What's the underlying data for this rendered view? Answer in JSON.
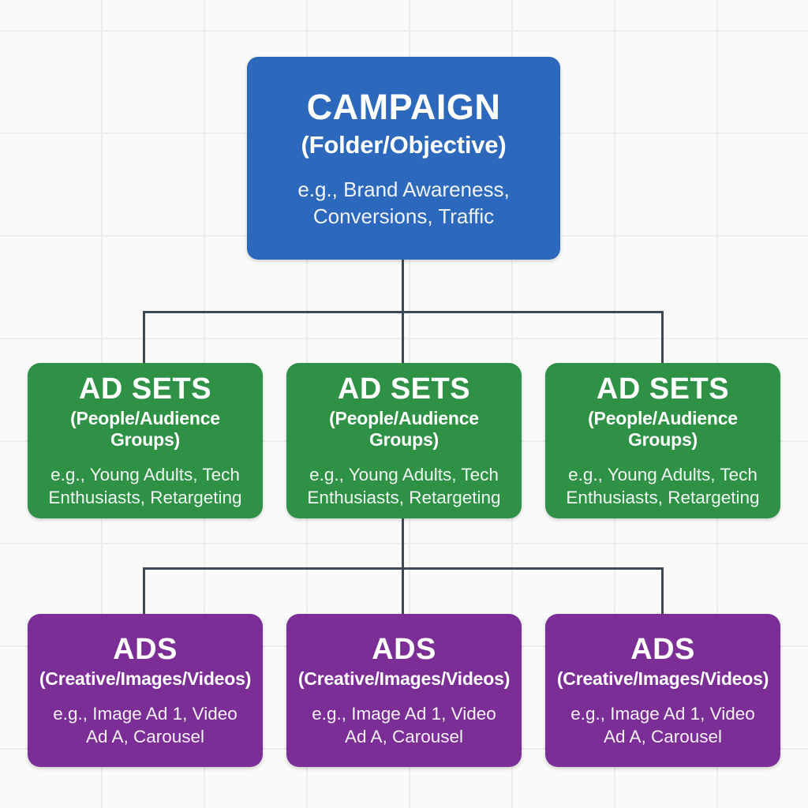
{
  "palette": {
    "background": "#fafaf8",
    "grid_line": "#ededeb",
    "connector": "#3d4a55",
    "campaign_fill": "#2c68bb",
    "ad_set_fill": "#2e9145",
    "ads_fill": "#7b2e95",
    "text": "#ffffff"
  },
  "campaign": {
    "title": "CAMPAIGN",
    "subtitle": "(Folder/Objective)",
    "examples": "e.g., Brand Awareness,\nConversions, Traffic"
  },
  "ad_sets": [
    {
      "title": "AD SETS",
      "subtitle": "(People/Audience Groups)",
      "examples": "e.g., Young Adults, Tech\nEnthusiasts, Retargeting"
    },
    {
      "title": "AD SETS",
      "subtitle": "(People/Audience Groups)",
      "examples": "e.g., Young Adults, Tech\nEnthusiasts, Retargeting"
    },
    {
      "title": "AD SETS",
      "subtitle": "(People/Audience Groups)",
      "examples": "e.g., Young Adults, Tech\nEnthusiasts, Retargeting"
    }
  ],
  "ads": [
    {
      "title": "ADS",
      "subtitle": "(Creative/Images/Videos)",
      "examples": "e.g., Image Ad 1, Video\nAd A, Carousel"
    },
    {
      "title": "ADS",
      "subtitle": "(Creative/Images/Videos)",
      "examples": "e.g., Image Ad 1, Video\nAd A, Carousel"
    },
    {
      "title": "ADS",
      "subtitle": "(Creative/Images/Videos)",
      "examples": "e.g., Image Ad 1, Video\nAd A, Carousel"
    }
  ]
}
